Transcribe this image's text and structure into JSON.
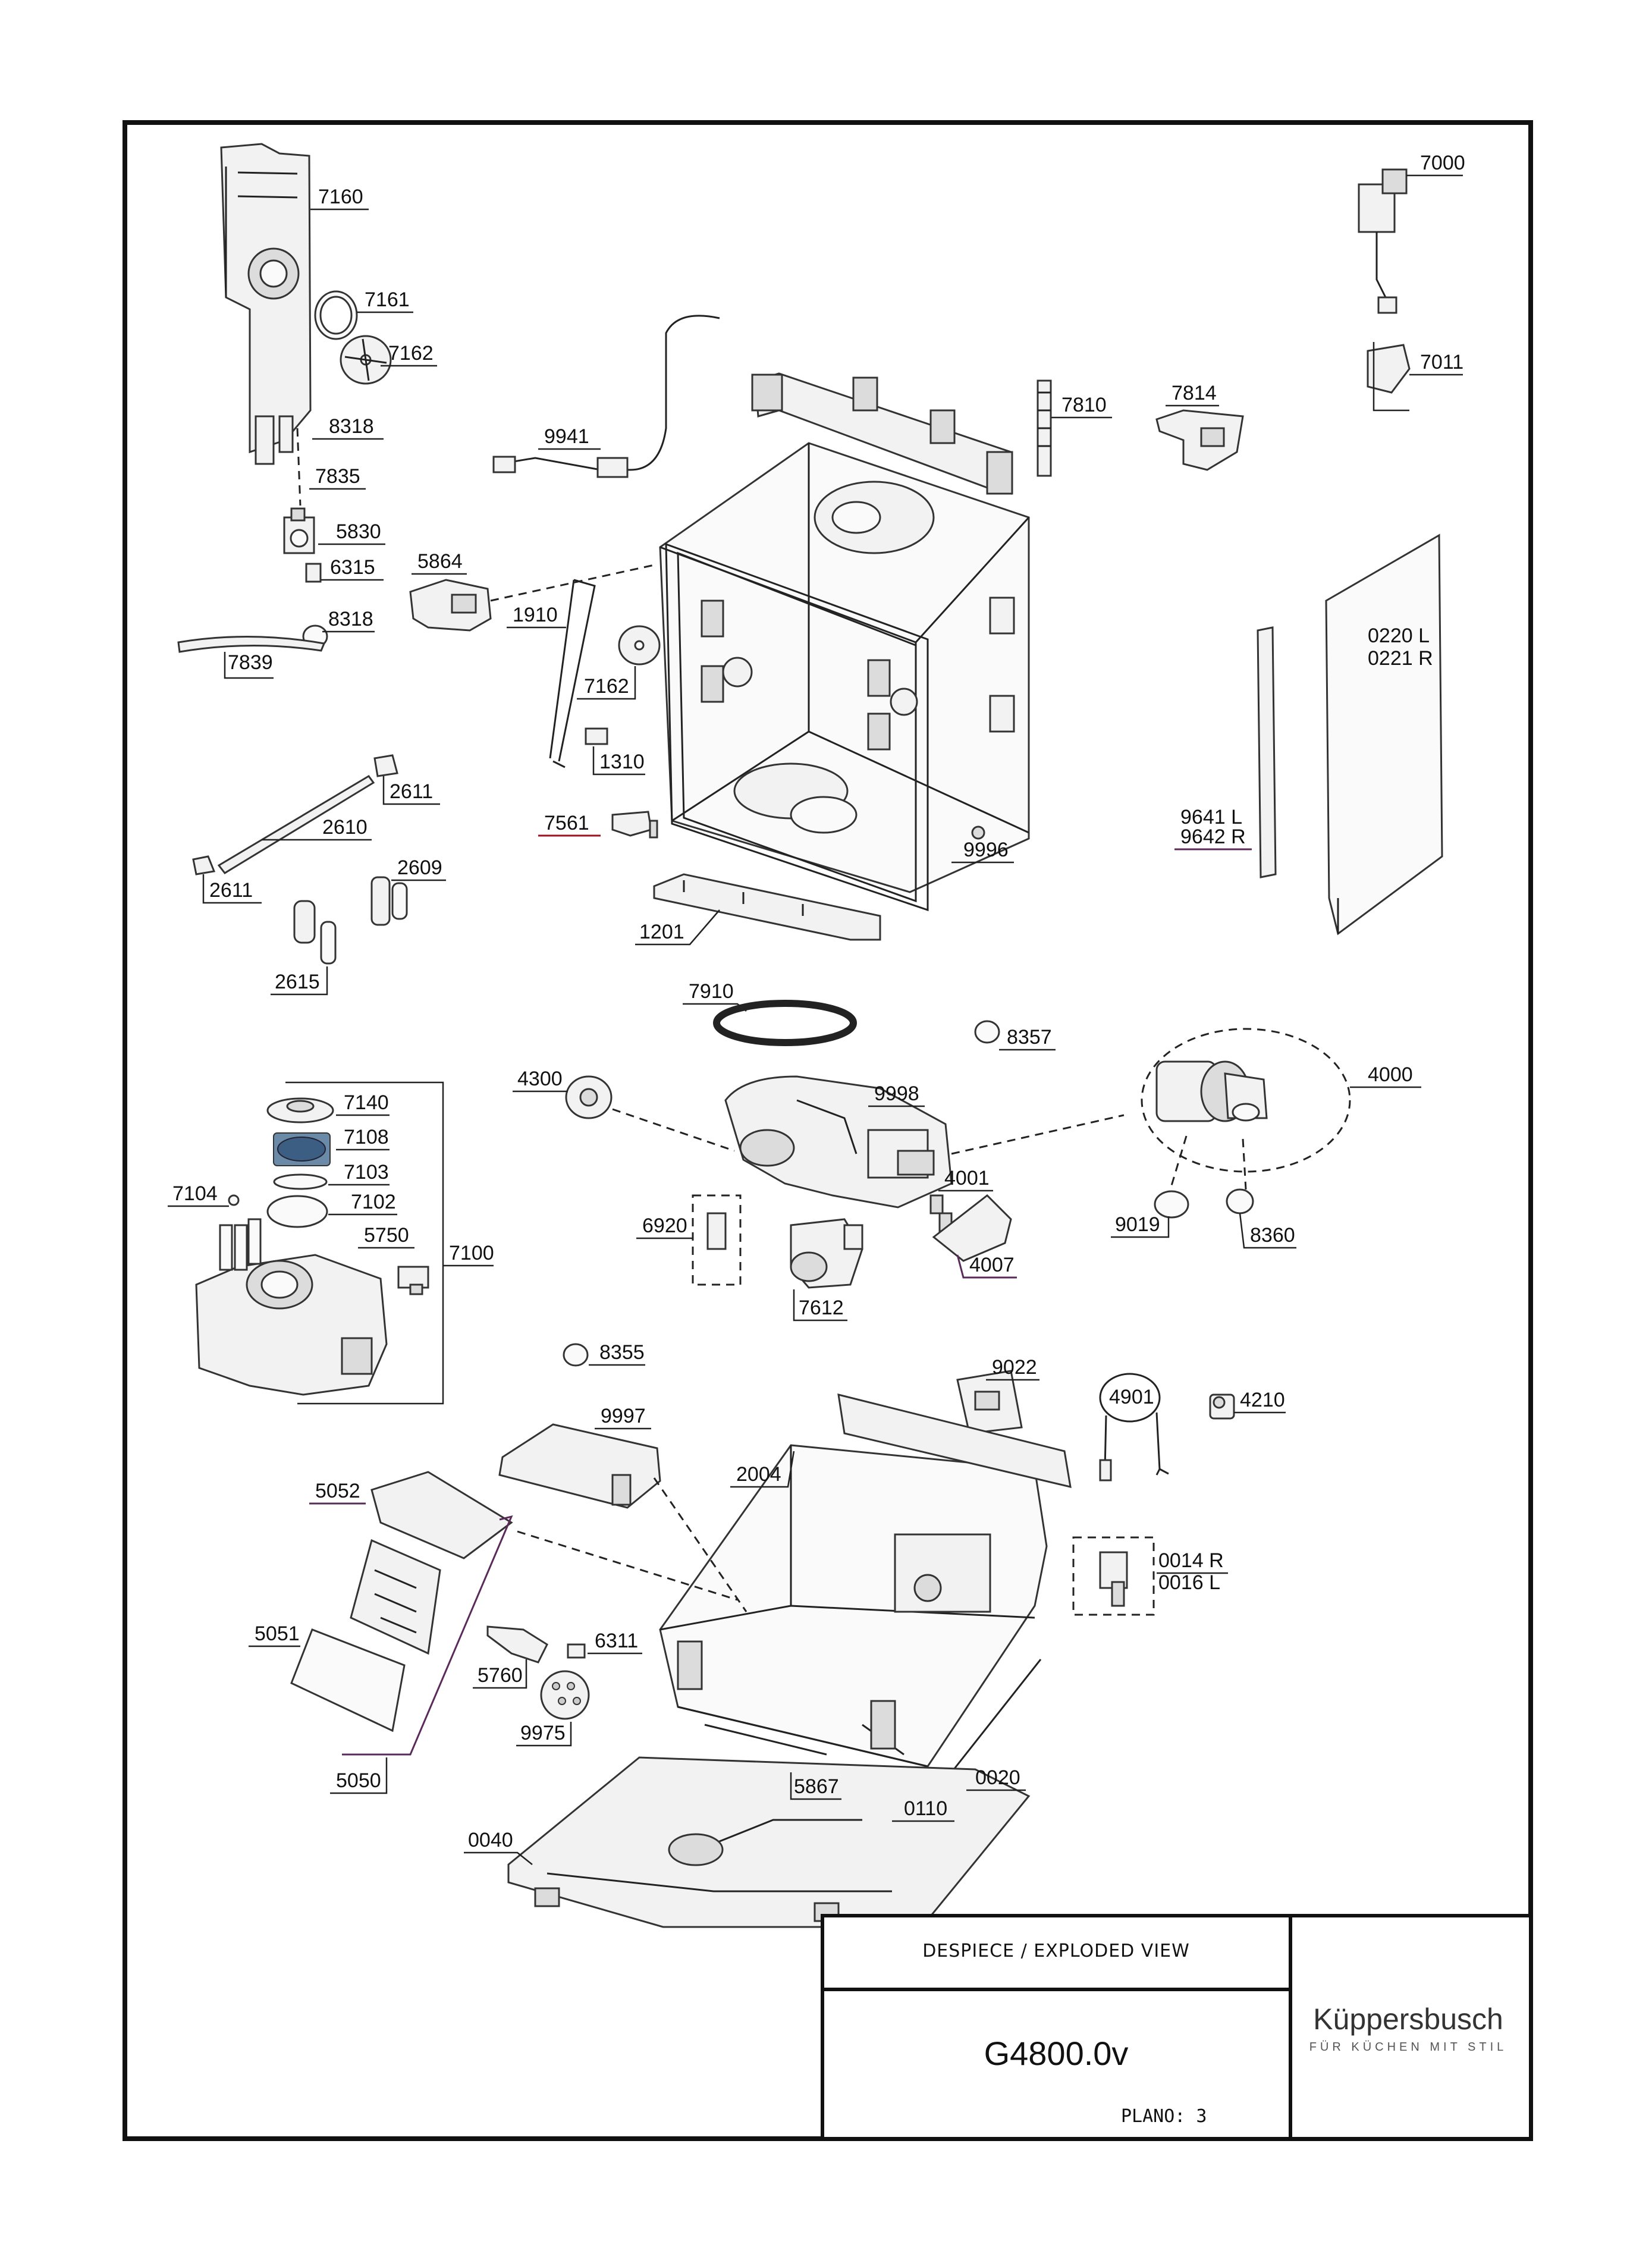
{
  "title_block": {
    "header": "DESPIECE / EXPLODED VIEW",
    "model": "G4800.0v",
    "plano": "PLANO: 3",
    "brand": "Küppersbusch",
    "tagline": "FÜR KÜCHEN MIT STIL"
  },
  "labels": {
    "p7160": "7160",
    "p7161": "7161",
    "p7162a": "7162",
    "p8318a": "8318",
    "p7835": "7835",
    "p5830": "5830",
    "p6315": "6315",
    "p8318b": "8318",
    "p7839": "7839",
    "p9941": "9941",
    "p5864": "5864",
    "p1910": "1910",
    "p7162b": "7162",
    "p1310": "1310",
    "p7561": "7561",
    "p2611a": "2611",
    "p2610": "2610",
    "p2611b": "2611",
    "p2609": "2609",
    "p2615": "2615",
    "p1201": "1201",
    "p9996": "9996",
    "p7810": "7810",
    "p7814": "7814",
    "p7000": "7000",
    "p7011": "7011",
    "p0220": "0220 L",
    "p0221": "0221 R",
    "p9641": "9641 L",
    "p9642": "9642 R",
    "p7910": "7910",
    "p8357": "8357",
    "p4300": "4300",
    "p9998": "9998",
    "p4000": "4000",
    "p4001": "4001",
    "p6920": "6920",
    "p4007": "4007",
    "p7612": "7612",
    "p9019": "9019",
    "p8360": "8360",
    "p7140": "7140",
    "p7108": "7108",
    "p7103": "7103",
    "p7104": "7104",
    "p7102": "7102",
    "p5750": "5750",
    "p7100": "7100",
    "p8355": "8355",
    "p9022": "9022",
    "p4901": "4901",
    "p4210": "4210",
    "p9997": "9997",
    "p2004": "2004",
    "p5052": "5052",
    "p0014": "0014 R",
    "p0016": "0016 L",
    "p5051": "5051",
    "p6311": "6311",
    "p5760": "5760",
    "p9975": "9975",
    "p5050": "5050",
    "p5867": "5867",
    "p0110": "0110",
    "p0020": "0020",
    "p0040": "0040"
  },
  "colors": {
    "line": "#222222",
    "accent_leader": "#5a2a5a",
    "red_leader": "#a01020",
    "part_fill": "#f2f2f2"
  }
}
